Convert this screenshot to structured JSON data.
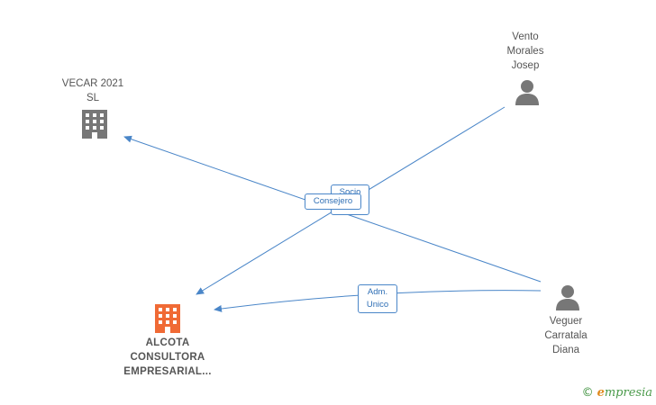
{
  "nodes": {
    "vecar": {
      "label": "VECAR 2021\nSL",
      "kind": "company",
      "color": "#777777"
    },
    "alcota": {
      "label": "ALCOTA\nCONSULTORA\nEMPRESARIAL...",
      "kind": "company",
      "color": "#f06a35"
    },
    "vento": {
      "label": "Vento\nMorales\nJosep",
      "kind": "person",
      "color": "#777777"
    },
    "veguer": {
      "label": "Veguer\nCarratala\nDiana",
      "kind": "person",
      "color": "#777777"
    }
  },
  "edges": {
    "socio": {
      "label": "Socio",
      "from": "Vento Morales Josep",
      "to": "ALCOTA CONSULTORA EMPRESARIAL..."
    },
    "consejero": {
      "label": "Consejero",
      "from": "Veguer Carratala Diana",
      "to": "VECAR 2021 SL"
    },
    "adm_unico": {
      "label": "Adm.\nUnico",
      "from": "Veguer Carratala Diana",
      "to": "ALCOTA CONSULTORA EMPRESARIAL..."
    }
  },
  "colors": {
    "edge": "#4a86c8",
    "edge_label_text": "#2f6fb5"
  },
  "brand": {
    "copyright": "©",
    "initial": "e",
    "name": "mpresia"
  }
}
